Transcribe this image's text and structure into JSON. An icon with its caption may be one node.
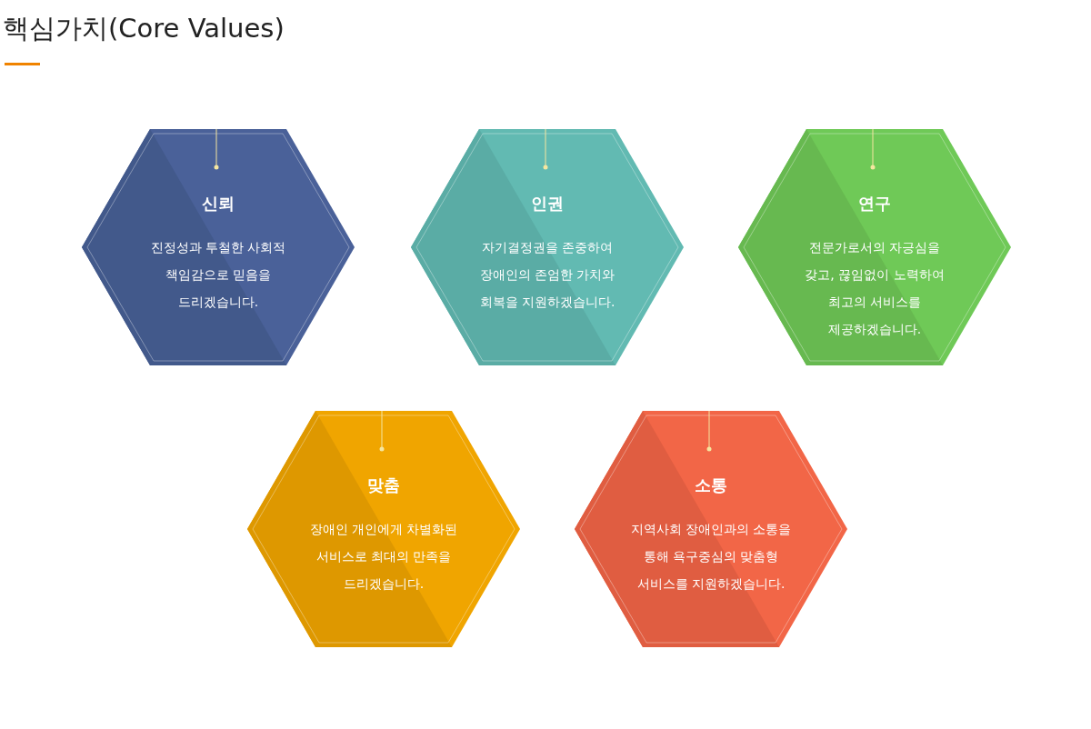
{
  "diagram": {
    "title": "핵심가치(Core Values)",
    "nodes": [
      {
        "text": [
          "신뢰",
          "진정성과 투철한 사회적 책임감으로 믿음을 드리겠습니다."
        ]
      },
      {
        "text": [
          "인권",
          "자기결정권을 존중하여 장애인의 존엄한 가치와 회복을 지원하겠습니다."
        ]
      },
      {
        "text": [
          "연구",
          "전문가로서의 자긍심을 갖고, 끊임없이 노력하여 최고의 서비스를 제공하겠습니다."
        ]
      },
      {
        "text": [
          "맞춤",
          "장애인 개인에게 차별화된 서비스로 최대의 만족을 드리겠습니다."
        ]
      },
      {
        "text": [
          "소통",
          "지역사회 장애인과의 소통을 통해 욕구중심의 맞춤형 서비스를 지원하겠습니다."
        ]
      }
    ],
    "edges": []
  }
}
